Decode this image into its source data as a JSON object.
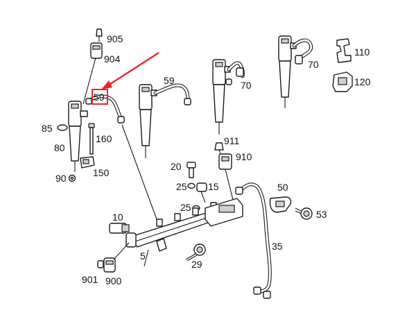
{
  "labels": {
    "p905": "905",
    "p904": "904",
    "p59a": "59",
    "p59b": "59",
    "p70a": "70",
    "p70b": "70",
    "p110": "110",
    "p120": "120",
    "p85": "85",
    "p80": "80",
    "p160": "160",
    "p150": "150",
    "p90": "90",
    "p911": "911",
    "p910": "910",
    "p20": "20",
    "p25a": "25",
    "p15": "15",
    "p25b": "25",
    "p50": "50",
    "p53": "53",
    "p10": "10",
    "p35": "35",
    "p5": "5",
    "p29": "29",
    "p901": "901",
    "p900": "900"
  },
  "highlight": {
    "color": "#e8262a"
  }
}
